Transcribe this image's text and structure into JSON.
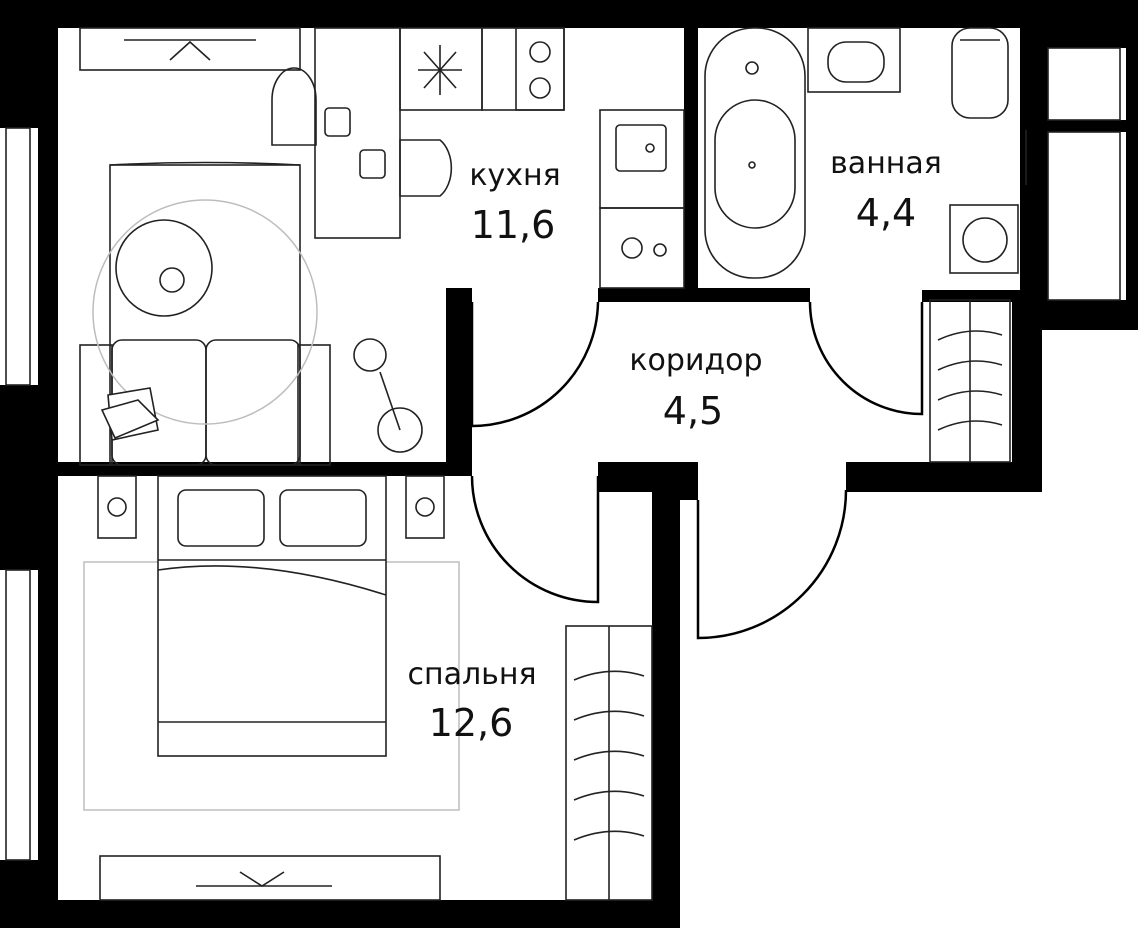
{
  "rooms": [
    {
      "id": "kitchen",
      "label": "кухня",
      "area": "11,6"
    },
    {
      "id": "bathroom",
      "label": "ванная",
      "area": "4,4"
    },
    {
      "id": "corridor",
      "label": "коридор",
      "area": "4,5"
    },
    {
      "id": "bedroom",
      "label": "спальня",
      "area": "12,6"
    }
  ],
  "colors": {
    "wall": "#000000",
    "furniture_line": "#222222",
    "rug": "#bdbdbd",
    "background": "#ffffff"
  }
}
